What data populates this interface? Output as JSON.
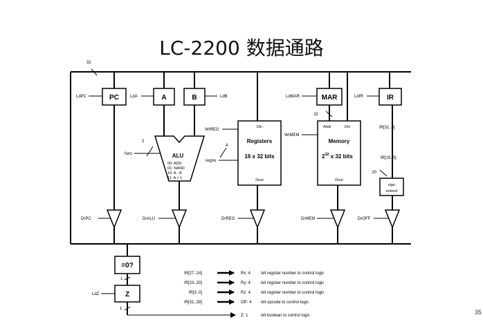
{
  "title": "LC-2200 数据通路",
  "page_number": "35",
  "bus_width": "32",
  "registers": {
    "pc": {
      "label": "PC",
      "load": "LdPC",
      "drive": "DrPC"
    },
    "a": {
      "label": "A",
      "load": "LdA"
    },
    "b": {
      "label": "B",
      "load": "LdB"
    },
    "mar": {
      "label": "MAR",
      "load": "LdMAR",
      "width": "32"
    },
    "ir": {
      "label": "IR",
      "load": "LdIR",
      "out_full": "IR[31..0]",
      "out_offset": "IR[19..0]"
    }
  },
  "alu": {
    "label": "ALU",
    "func": "func",
    "func_width": "2",
    "ops": [
      "00: ADD",
      "01: NAND",
      "10: A - B",
      "11: A + 1"
    ],
    "drive": "DrALU"
  },
  "regfile": {
    "title": "Registers",
    "size": "16 x 32 bits",
    "din": "Din",
    "dout": "Dout",
    "write": "WrREG",
    "regno": "regno",
    "regno_width": "4",
    "drive": "DrREG"
  },
  "memory": {
    "title": "Memory",
    "size_base": "2",
    "size_exp": "32",
    "size_rest": " x 32 bits",
    "addr": "Addr",
    "din": "Din",
    "dout": "Dout",
    "write": "WrMEM",
    "drive": "DrMEM"
  },
  "sign_extend": {
    "line1": "sign",
    "line2": "extend",
    "width": "20",
    "drive": "DrOFF"
  },
  "zero_test": {
    "label": "=0?",
    "width": "1"
  },
  "z_reg": {
    "label": "Z",
    "load": "LdZ",
    "width": "1"
  },
  "outputs": [
    {
      "src": "IR[27..24]",
      "dst": "Rx: 4",
      "desc": "-bit register number to control logic"
    },
    {
      "src": "IR[23..20]",
      "dst": "Ry: 4",
      "desc": "-bit register number to control logic"
    },
    {
      "src": "IR[3..0]",
      "dst": "Rz: 4",
      "desc": "-bit register number to control logic"
    },
    {
      "src": "IR[31..28]",
      "dst": "OP: 4",
      "desc": "-bit opcode to control logic"
    },
    {
      "src": "",
      "dst": "Z: 1",
      "desc": "-bit boolean to control logic"
    }
  ]
}
